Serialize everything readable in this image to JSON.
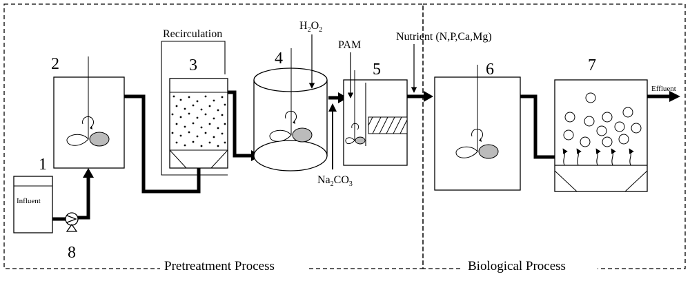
{
  "units": [
    {
      "number": "1",
      "label": "Influent"
    },
    {
      "number": "2"
    },
    {
      "number": "3"
    },
    {
      "number": "4"
    },
    {
      "number": "5"
    },
    {
      "number": "6"
    },
    {
      "number": "7",
      "outlet_label": "Effluent"
    },
    {
      "number": "8"
    }
  ],
  "chemicals": {
    "recirculation": "Recirculation",
    "h2o2": {
      "base": "H",
      "sub1": "2",
      "mid": "O",
      "sub2": "2"
    },
    "pam": "PAM",
    "na2co3": {
      "base": "Na",
      "sub1": "2",
      "mid": "CO",
      "sub2": "3"
    },
    "nutrient": "Nutrient (N,P,Ca,Mg)"
  },
  "sections": {
    "pretreatment": "Pretreatment Process",
    "biological": "Biological Process"
  }
}
